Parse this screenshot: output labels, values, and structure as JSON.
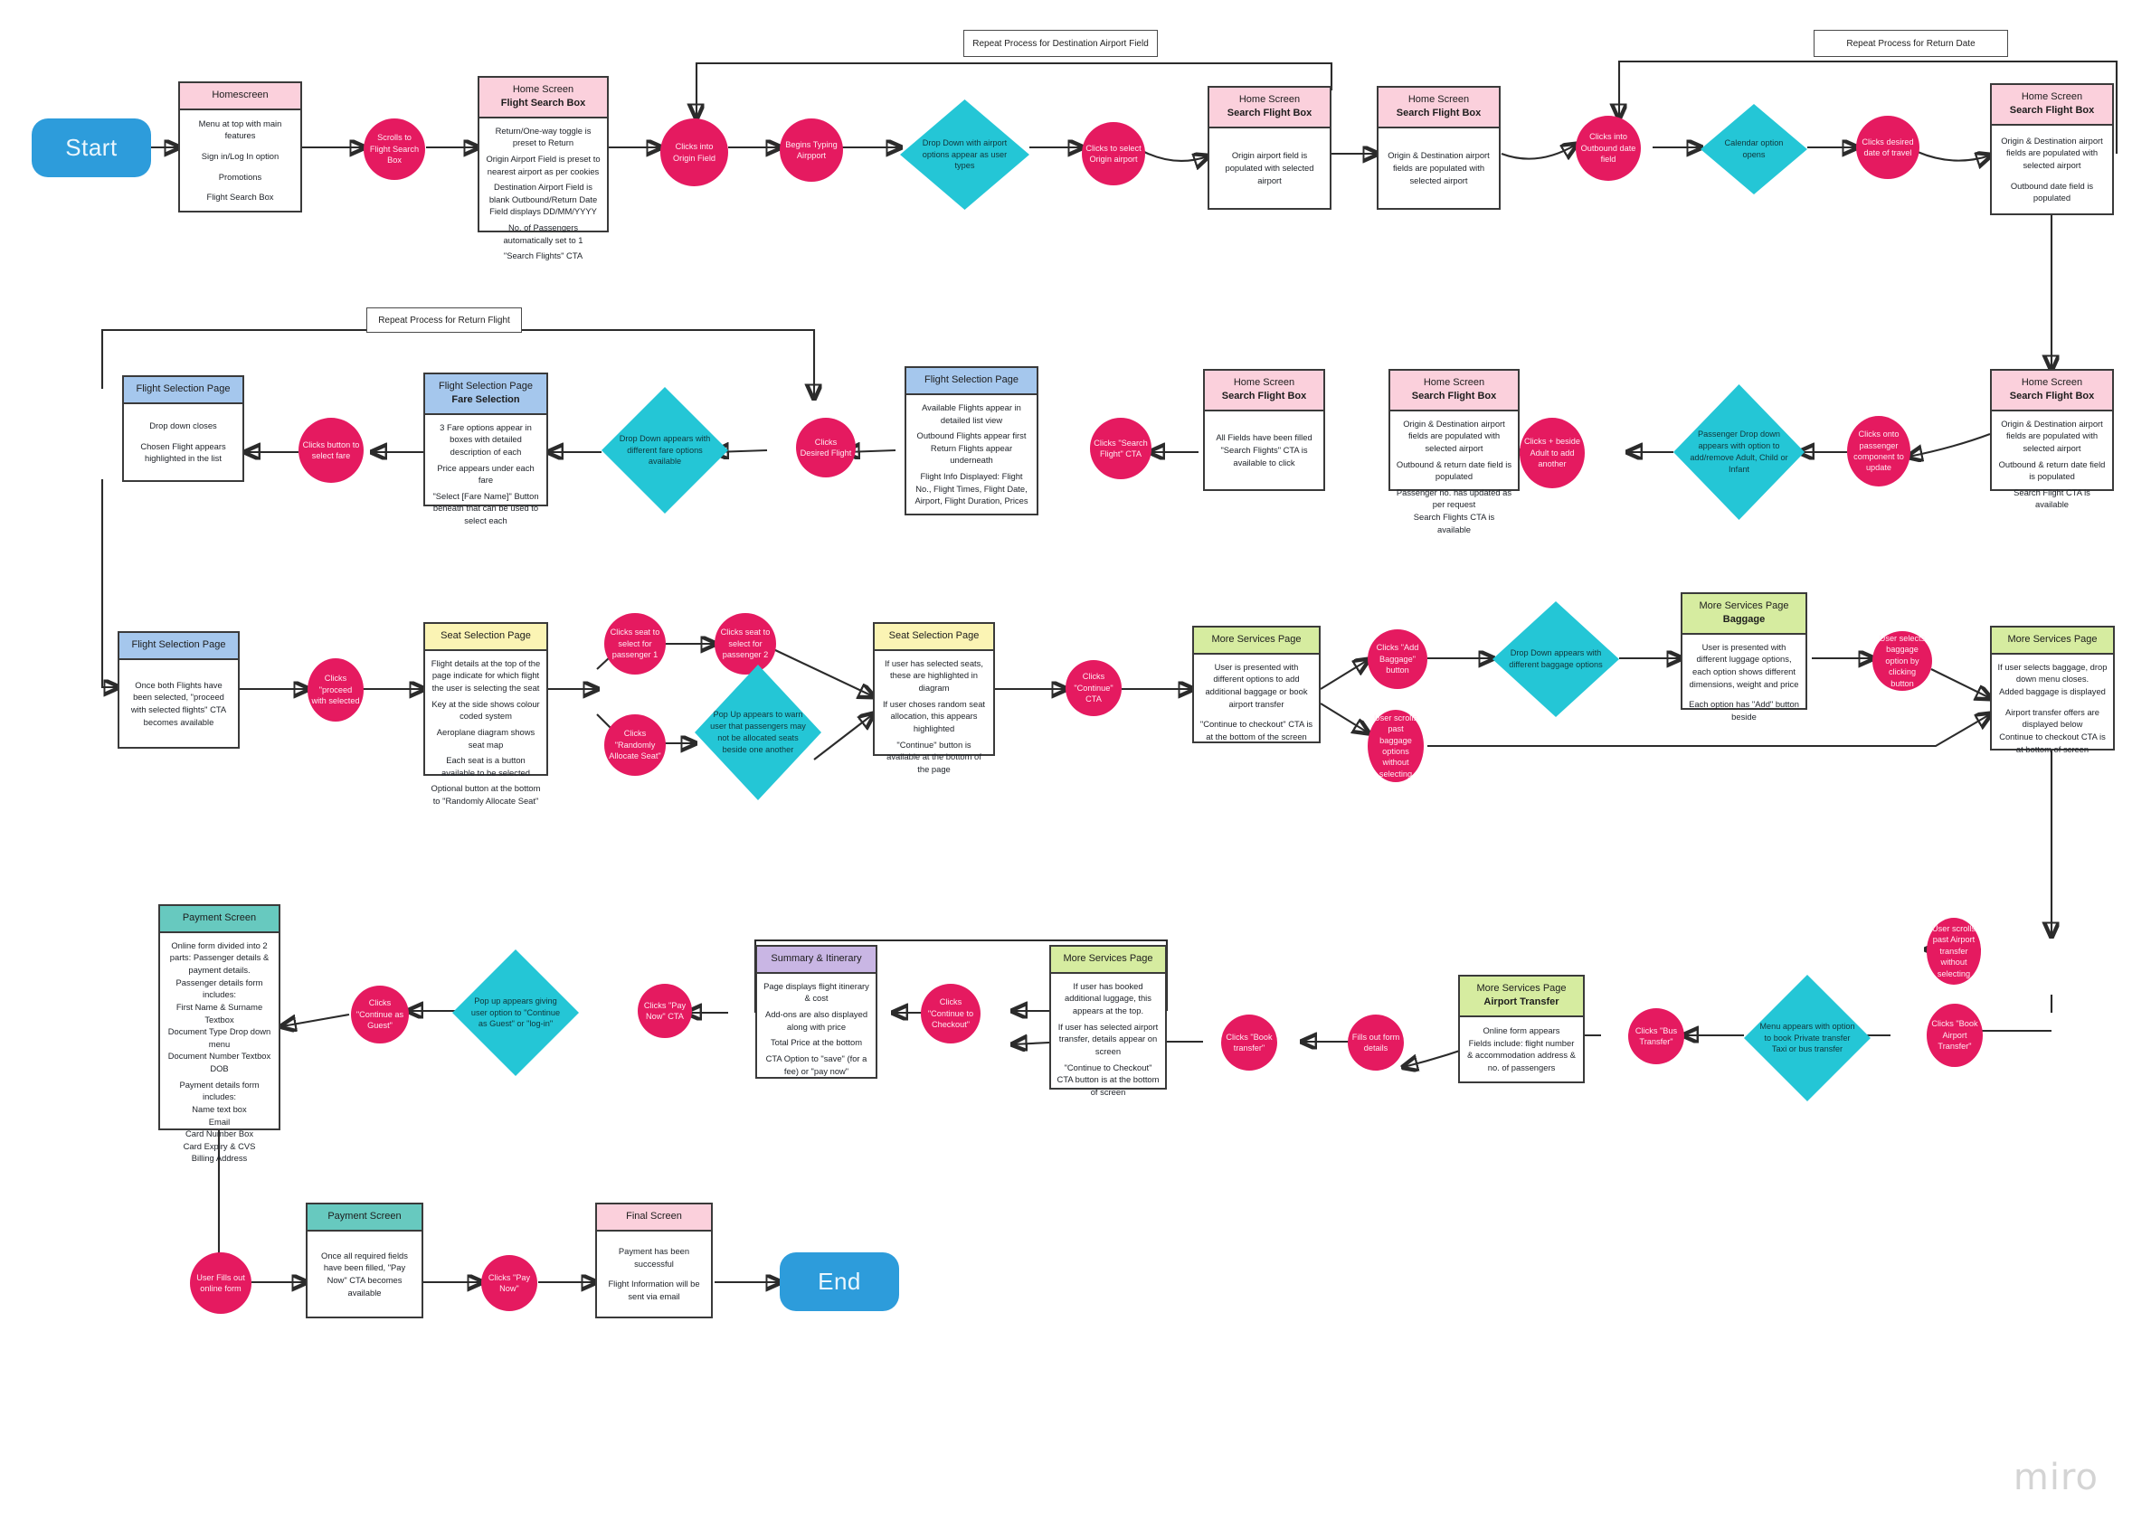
{
  "board": {
    "watermark": "miro"
  },
  "notes": [
    {
      "text": "Repeat Process for Destination Airport Field"
    },
    {
      "text": "Repeat Process for Return Date"
    },
    {
      "text": "Repeat Process for Return Flight"
    }
  ],
  "terminators": {
    "start": "Start",
    "end": "End"
  },
  "nodes": {
    "homescreen": {
      "title": "Homescreen",
      "lines": [
        "Menu at top with main features",
        "Sign in/Log In option",
        "Promotions",
        "Flight Search Box"
      ]
    },
    "scrolls_to_search": {
      "label": "Scrolls to Flight Search Box"
    },
    "flight_search_box": {
      "title": "Home Screen",
      "subtitle": "Flight Search Box",
      "lines": [
        "Return/One-way toggle is preset to Return",
        "Origin Airport Field is preset to nearest airport as per cookies",
        "Destination Airport Field is blank Outbound/Return  Date Field displays DD/MM/YYYY",
        "No. of Passengers automatically set to 1",
        "\"Search Flights\" CTA"
      ]
    },
    "clicks_origin_field": {
      "label": "Clicks into Origin Field"
    },
    "begins_typing": {
      "label": "Begins Typing Airpport"
    },
    "dropdown_airport": {
      "label": "Drop Down with airport options appear as user types"
    },
    "clicks_select_origin": {
      "label": "Clicks to select Origin airport"
    },
    "origin_populated": {
      "title": "Home Screen",
      "subtitle": "Search Flight Box",
      "lines": [
        "Origin airport field is populated with selected airport"
      ]
    },
    "both_populated": {
      "title": "Home Screen",
      "subtitle": "Search Flight Box",
      "lines": [
        "Origin & Destination airport fields are populated with selected airport"
      ]
    },
    "clicks_outbound_date": {
      "label": "Clicks into Outbound date field"
    },
    "calendar_opens": {
      "label": "Calendar option opens"
    },
    "clicks_date": {
      "label": "Clicks desired date of travel"
    },
    "outbound_populated": {
      "title": "Home Screen",
      "subtitle": "Search Flight Box",
      "lines": [
        "Origin & Destination airport fields are populated with selected airport",
        "Outbound date field is populated"
      ]
    },
    "dates_populated": {
      "title": "Home Screen",
      "subtitle": "Search Flight Box",
      "lines": [
        "Origin & Destination airport fields are populated with selected airport",
        "Outbound & return date field is populated",
        "Search Flight CTA is available"
      ]
    },
    "clicks_passenger": {
      "label": "Clicks onto passenger component to update"
    },
    "passenger_dropdown": {
      "label": "Passenger Drop down appears with option to add/remove Adult, Child or Infant"
    },
    "clicks_plus_adult": {
      "label": "Clicks + beside Adult to add another"
    },
    "all_fields_updated": {
      "title": "Home Screen",
      "subtitle": "Search Flight Box",
      "lines": [
        "Origin & Destination airport fields are populated with selected airport",
        "Outbound & return date field is populated",
        "Passenger no. has updated as per request\nSearch Flights CTA is available"
      ]
    },
    "all_fields_filled": {
      "title": "Home Screen",
      "subtitle": "Search Flight Box",
      "lines": [
        "All Fields have been filled \"Search Flights\" CTA is available to click"
      ]
    },
    "clicks_search_cta": {
      "label": "Clicks \"Search Flight\" CTA"
    },
    "flight_selection_page": {
      "title": "Flight Selection Page",
      "lines": [
        "Available Flights appear in detailed list view",
        "Outbound Flights appear first Return Flights appear underneath",
        "Flight Info Displayed: Flight No., Flight Times, Flight Date, Airport, Flight Duration, Prices"
      ]
    },
    "clicks_desired_flight": {
      "label": "Clicks Desired Flight"
    },
    "fare_dropdown": {
      "label": "Drop Down appears with different fare options available"
    },
    "fare_selection": {
      "title": "Flight Selection Page",
      "subtitle": "Fare Selection",
      "lines": [
        "3 Fare options appear in boxes with detailed description of each",
        "Price appears under each fare",
        "\"Select [Fare Name]\" Button beneath that can be used to select each"
      ]
    },
    "clicks_select_fare": {
      "label": "Clicks button to select fare"
    },
    "flight_highlighted": {
      "title": "Flight Selection Page",
      "lines": [
        "Drop down closes",
        "Chosen Flight appears highlighted in the list"
      ]
    },
    "both_flights_selected": {
      "title": "Flight Selection Page",
      "lines": [
        "Once both Flights have been selected, \"proceed with selected flights\" CTA becomes available"
      ]
    },
    "clicks_proceed": {
      "label": "Clicks \"proceed with selected"
    },
    "seat_selection_page": {
      "title": "Seat Selection Page",
      "lines": [
        "Flight details at the top of the page indicate for which flight the user is selecting the seat",
        "Key at the side shows colour coded system",
        "Aeroplane diagram shows seat map",
        "Each seat is a button available to be selected",
        "Optional button at the bottom to \"Randomly Allocate Seat\""
      ]
    },
    "clicks_seat_p1": {
      "label": "Clicks seat to select for passenger 1"
    },
    "clicks_seat_p2": {
      "label": "Clicks seat to select for passenger 2"
    },
    "clicks_random_seat": {
      "label": "Clicks \"Randomly Allocate Seat\""
    },
    "popup_seat_warning": {
      "label": "Pop Up appears to warn user that passengers may not be allocated seats beside one another"
    },
    "seats_highlighted": {
      "title": "Seat Selection Page",
      "lines": [
        "If user has selected seats, these are highlighted in diagram",
        "If user choses random seat allocation, this appears highlighted",
        "\"Continue\" button is available at the bottom of the page"
      ]
    },
    "clicks_continue": {
      "label": "Clicks \"Continue\" CTA"
    },
    "more_services_page": {
      "title": "More Services Page",
      "lines": [
        "User is presented with different options to add additional baggage or book airport transfer",
        "\"Continue to checkout\" CTA is at the bottom of the screen"
      ]
    },
    "clicks_add_baggage": {
      "label": "Clicks \"Add Baggage\" button"
    },
    "scrolls_past_baggage": {
      "label": "User scrolls past baggage options without selecting"
    },
    "baggage_dropdown": {
      "label": "Drop Down appears with different baggage options"
    },
    "baggage_page": {
      "title": "More Services Page",
      "subtitle": "Baggage",
      "lines": [
        "User is presented with different luggage options, each option shows different dimensions, weight and price",
        "Each option has \"Add\" button beside"
      ]
    },
    "selects_baggage": {
      "label": "User selects baggage option by clicking button"
    },
    "baggage_added": {
      "title": "More Services Page",
      "lines": [
        "If user selects baggage, drop down menu closes.\nAdded baggage is displayed",
        "Airport transfer offers are displayed below\nContinue to checkout CTA is at bottom of screen"
      ]
    },
    "scrolls_past_transfer": {
      "label": "User scrolls past Airport transfer without selecting"
    },
    "clicks_book_airport_transfer": {
      "label": "Clicks \"Book Airport Transfer\""
    },
    "transfer_menu": {
      "label": "Menu appears with option to book Private transfer Taxi or bus transfer"
    },
    "clicks_bus_transfer": {
      "label": "Clicks \"Bus Transfer\""
    },
    "airport_transfer_page": {
      "title": "More Services Page",
      "subtitle": "Airport Transfer",
      "lines": [
        "Online form appears\nFields include: flight number & accommodation address & no. of passengers"
      ]
    },
    "fills_out_form": {
      "label": "Fills out form details"
    },
    "clicks_book_transfer": {
      "label": "Clicks \"Book transfer\""
    },
    "services_summary": {
      "title": "More Services Page",
      "lines": [
        "If user has booked additional luggage, this appears at the top.",
        "If user has selected airport transfer, details appear on screen",
        "\"Continue to Checkout\" CTA button is at the bottom of screen"
      ]
    },
    "clicks_continue_checkout": {
      "label": "Clicks \"Continue to Checkout\""
    },
    "summary_itinerary": {
      "title": "Summary & Itinerary",
      "lines": [
        "Page displays flight itinerary & cost",
        "Add-ons are also displayed along with price",
        "Total Price at the bottom",
        "CTA Option to \"save\" (for a fee) or \"pay now\""
      ]
    },
    "clicks_pay_now": {
      "label": "Clicks \"Pay Now\" CTA"
    },
    "guest_popup": {
      "label": "Pop up appears giving user option to \"Continue as Guest\" or \"log-in\""
    },
    "clicks_continue_guest": {
      "label": "Clicks \"Continue as Guest\""
    },
    "payment_screen": {
      "title": "Payment Screen",
      "lines": [
        "Online form divided into 2 parts: Passenger details & payment details.\nPassenger details form includes:\nFirst Name & Surname Textbox\nDocument Type Drop down menu\nDocument Number Textbox\nDOB",
        "Payment details form includes:\nName text box\nEmail\nCard Number Box\nCard Expiry & CVS\nBilling Address"
      ]
    },
    "fills_online_form": {
      "label": "User Fills out online form"
    },
    "payment_ready": {
      "title": "Payment Screen",
      "lines": [
        "Once all required fields have been filled, \"Pay Now\" CTA becomes available"
      ]
    },
    "clicks_pay_now_2": {
      "label": "Clicks \"Pay Now\""
    },
    "final_screen": {
      "title": "Final Screen",
      "lines": [
        "Payment has been successful",
        "Flight Information will be sent via email"
      ]
    }
  }
}
